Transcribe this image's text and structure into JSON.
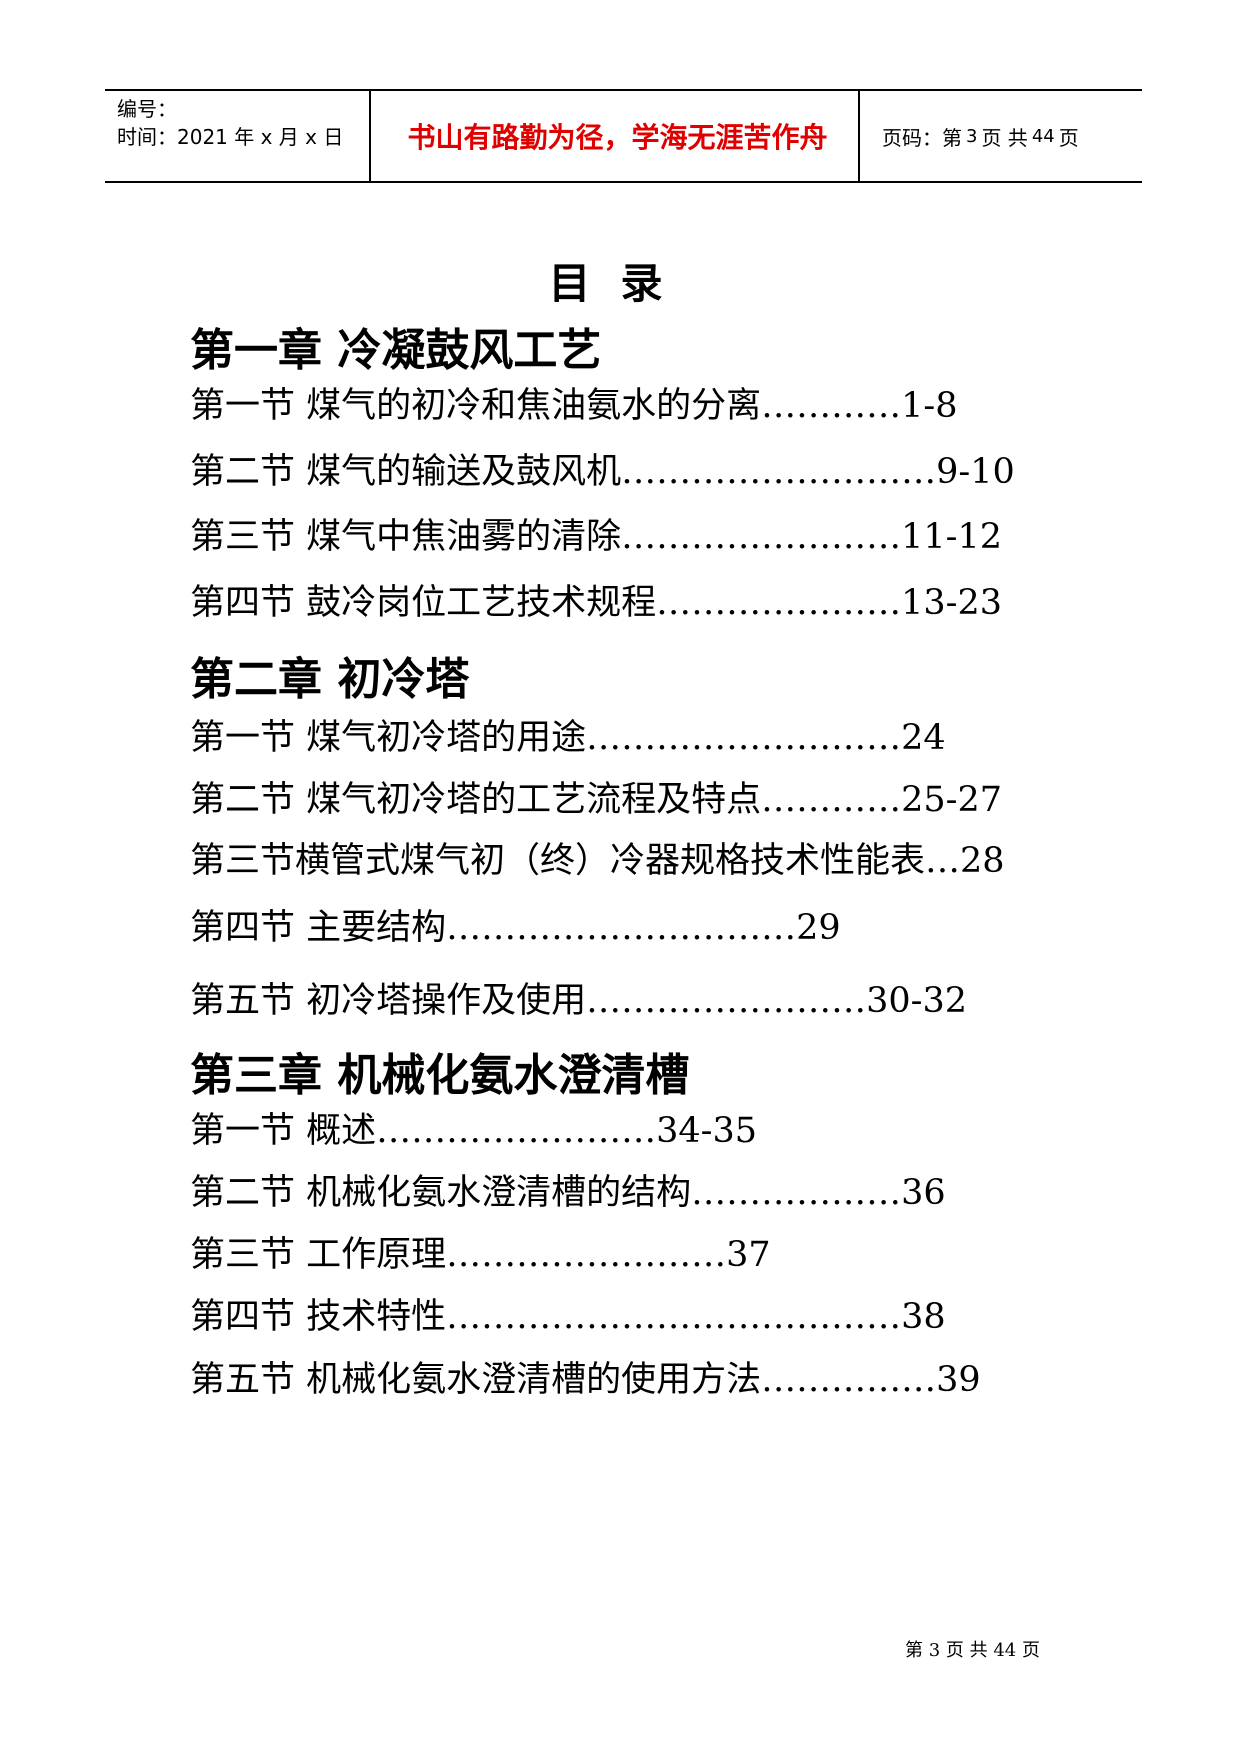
{
  "header": {
    "number_label": "编号：",
    "time_label": "时间：2021 年 x 月 x 日",
    "motto": "书山有路勤为径，学海无涯苦作舟",
    "page_prefix": "页码：第",
    "page_current": "3",
    "page_mid": "页  共",
    "page_total": "44",
    "page_suffix": "页"
  },
  "toc": {
    "title": "目录",
    "chapters": [
      {
        "title": "第一章  冷凝鼓风工艺",
        "sections": [
          {
            "text": "第一节  煤气的初冷和焦油氨水的分离…………1-8"
          },
          {
            "text": "第二节  煤气的输送及鼓风机………………………9-10"
          },
          {
            "text": "第三节  煤气中焦油雾的清除……………………11-12"
          },
          {
            "text": "第四节  鼓冷岗位工艺技术规程…………………13-23"
          }
        ]
      },
      {
        "title": "第二章  初冷塔",
        "sections": [
          {
            "text": "第一节  煤气初冷塔的用途………………………24"
          },
          {
            "text": "第二节  煤气初冷塔的工艺流程及特点…………25-27"
          },
          {
            "text": "第三节横管式煤气初（终）冷器规格技术性能表…28"
          },
          {
            "text": "第四节  主要结构…………………………29"
          },
          {
            "text": "第五节  初冷塔操作及使用……………………30-32"
          }
        ]
      },
      {
        "title": "第三章  机械化氨水澄清槽",
        "sections": [
          {
            "text": "第一节  概述……………………34-35"
          },
          {
            "text": "第二节  机械化氨水澄清槽的结构………………36"
          },
          {
            "text": "第三节  工作原理……………………37"
          },
          {
            "text": "第四节  技术特性…………………………………38"
          },
          {
            "text": "第五节  机械化氨水澄清槽的使用方法……………39"
          }
        ]
      }
    ]
  },
  "footer": {
    "text": "第 3 页 共 44 页"
  }
}
